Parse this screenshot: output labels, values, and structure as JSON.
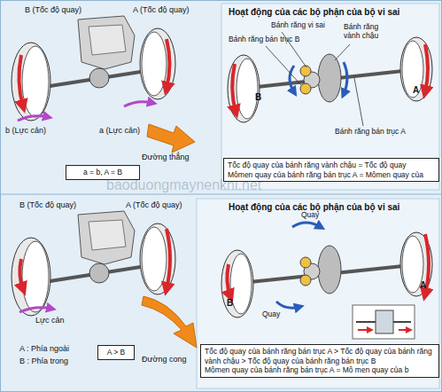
{
  "diagram": {
    "nodes": [
      {
        "text": [
          "a = b, A = B"
        ]
      },
      {
        "text": [
          "Tốc độ quay của bánh răng vành chậu = Tốc độ quay",
          "Mômen quay của bánh răng bán trục A = Mômen quay của"
        ]
      },
      {
        "text": [
          "A > B"
        ]
      },
      {
        "text": [
          "Tốc độ quay của bánh răng bán trục A > Tốc độ quay của bánh răng vành chậu > Tốc độ quay của bánh răng bán trục B",
          "Mômen quay của bánh răng bán trục A = Mô men quay của b"
        ]
      }
    ],
    "labels": [
      "B (Tốc độ quay)",
      "A (Tốc độ quay)",
      "b (Lực cản)",
      "a (Lực cản)",
      "Đường thẳng",
      "Hoạt động của các bộ phận của bộ vi sai",
      "Bánh răng vi sai",
      "Bánh răng vành chậu",
      "Bánh răng bán trục B",
      "B",
      "A",
      "Bánh răng bán trục A",
      "baoduongmaynenkhi.net",
      "B (Tốc độ quay)",
      "A (Tốc độ quay)",
      "Lực cản",
      "Đường cong",
      "A : Phía ngoài",
      "B : Phía trong",
      "Hoạt động của các bộ phận của bộ vi sai",
      "Quay",
      "Quay",
      "B",
      "A"
    ]
  }
}
